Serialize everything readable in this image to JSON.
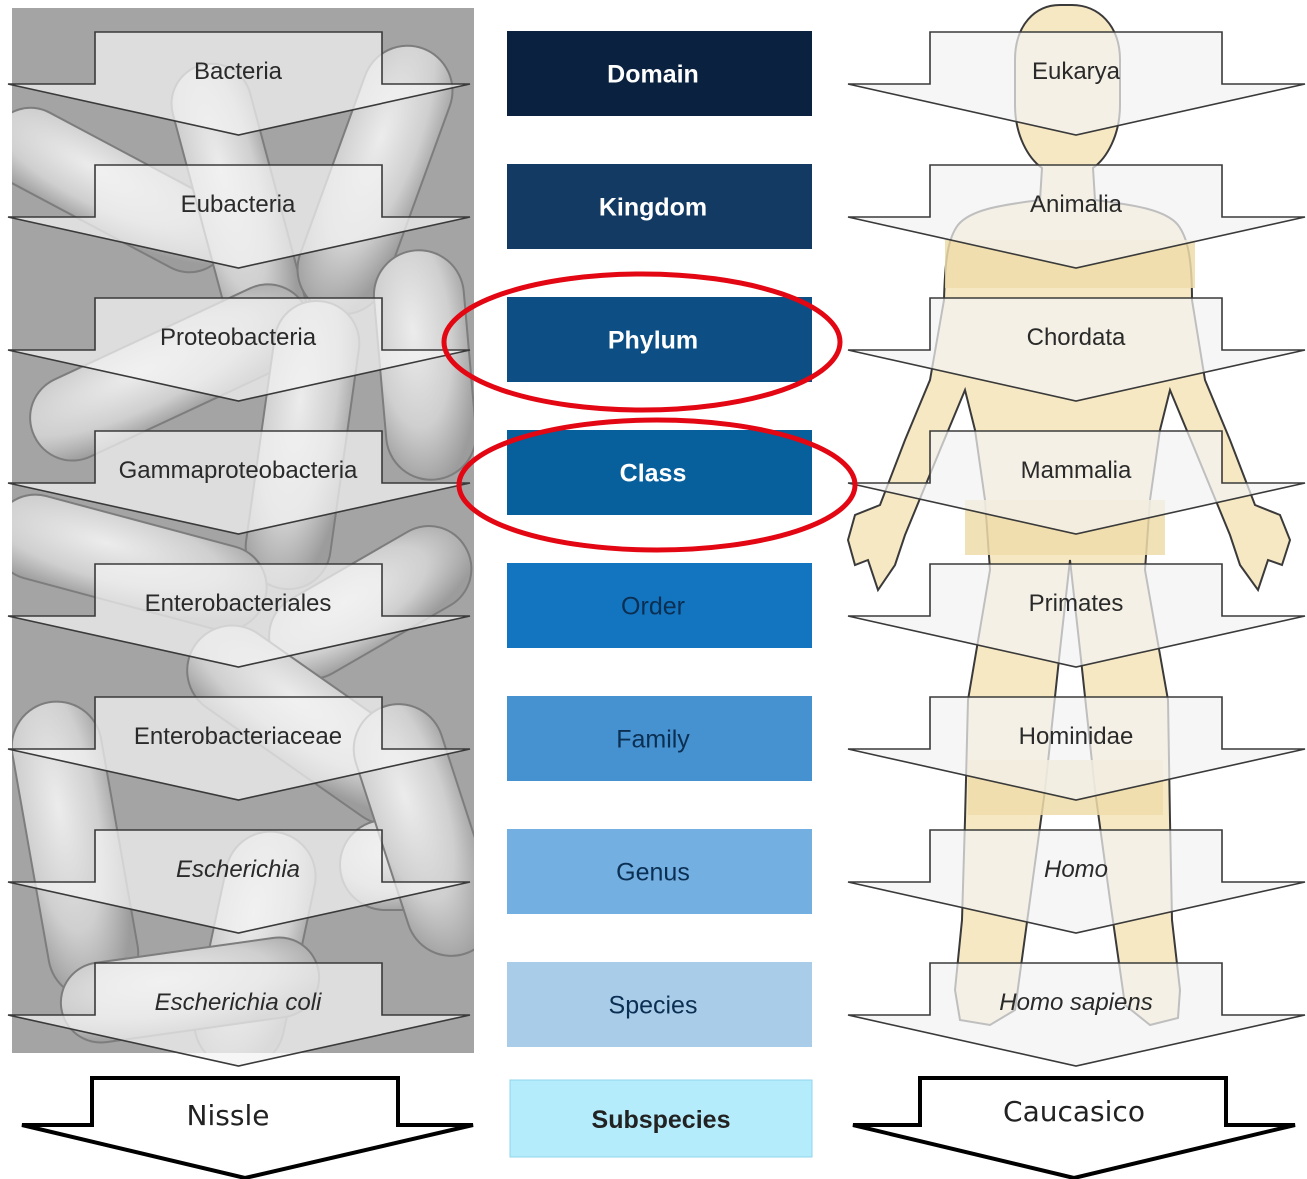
{
  "left_column": {
    "ranks": [
      {
        "label": "Bacteria",
        "italic": false
      },
      {
        "label": "Eubacteria",
        "italic": false
      },
      {
        "label": "Proteobacteria",
        "italic": false
      },
      {
        "label": "Gammaproteobacteria",
        "italic": false
      },
      {
        "label": "Enterobacteriales",
        "italic": false
      },
      {
        "label": "Enterobacteriaceae",
        "italic": false
      },
      {
        "label": "Escherichia",
        "italic": true
      },
      {
        "label": "Escherichia coli",
        "italic": true
      }
    ],
    "subspecies_label": "Nissle"
  },
  "center_column": {
    "ranks": [
      {
        "label": "Domain",
        "color": "#0a2240",
        "text_color": "#ffffff",
        "highlighted": false
      },
      {
        "label": "Kingdom",
        "color": "#123a63",
        "text_color": "#ffffff",
        "highlighted": false
      },
      {
        "label": "Phylum",
        "color": "#0d4f84",
        "text_color": "#ffffff",
        "highlighted": true
      },
      {
        "label": "Class",
        "color": "#075f9c",
        "text_color": "#ffffff",
        "highlighted": true
      },
      {
        "label": "Order",
        "color": "#1375bf",
        "text_color": "#0b2f52",
        "highlighted": false
      },
      {
        "label": "Family",
        "color": "#4691d0",
        "text_color": "#0b2f52",
        "highlighted": false
      },
      {
        "label": "Genus",
        "color": "#74afe2",
        "text_color": "#0b2f52",
        "highlighted": false
      },
      {
        "label": "Species",
        "color": "#a9cde9",
        "text_color": "#0b2f52",
        "highlighted": false
      }
    ],
    "subspecies": {
      "label": "Subspecies",
      "color": "#b5ecfc",
      "text_color": "#222222"
    }
  },
  "right_column": {
    "ranks": [
      {
        "label": "Eukarya",
        "italic": false
      },
      {
        "label": "Animalia",
        "italic": false
      },
      {
        "label": "Chordata",
        "italic": false
      },
      {
        "label": "Mammalia",
        "italic": false
      },
      {
        "label": "Primates",
        "italic": false
      },
      {
        "label": "Hominidae",
        "italic": false
      },
      {
        "label": "Homo",
        "italic": true
      },
      {
        "label": "Homo sapiens",
        "italic": true
      }
    ],
    "subspecies_label": "Caucasico"
  },
  "colors": {
    "highlight_ring": "#e30613",
    "micrograph_bg": "#a9a9a9",
    "arrow_fill": "#f2f2f2",
    "body_fill": "#f7e8c4",
    "body_band": "#efdcaa"
  }
}
